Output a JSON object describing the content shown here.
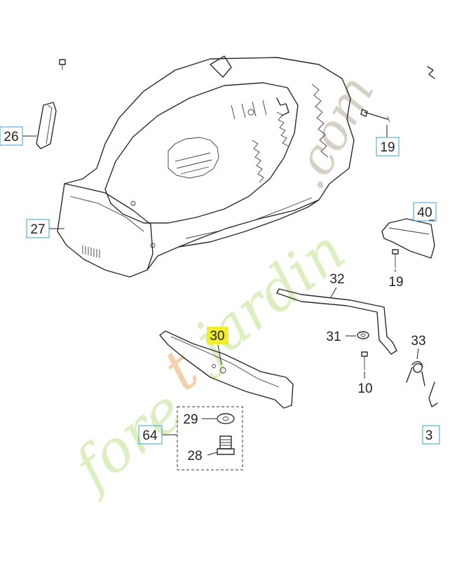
{
  "diagram": {
    "callouts": [
      {
        "id": "c26",
        "text": "26",
        "boxed": true
      },
      {
        "id": "c27",
        "text": "27",
        "boxed": true
      },
      {
        "id": "c19a",
        "text": "19",
        "boxed": true
      },
      {
        "id": "c40",
        "text": "40",
        "boxed": true
      },
      {
        "id": "c19b",
        "text": "19",
        "boxed": false
      },
      {
        "id": "c32",
        "text": "32",
        "boxed": false
      },
      {
        "id": "c30",
        "text": "30",
        "boxed": false,
        "highlighted": true
      },
      {
        "id": "c31",
        "text": "31",
        "boxed": false
      },
      {
        "id": "c33",
        "text": "33",
        "boxed": false
      },
      {
        "id": "c10",
        "text": "10",
        "boxed": false
      },
      {
        "id": "c64",
        "text": "64",
        "boxed": true
      },
      {
        "id": "c29",
        "text": "29",
        "boxed": false
      },
      {
        "id": "c28",
        "text": "28",
        "boxed": false
      },
      {
        "id": "c3",
        "text": "3",
        "boxed": true
      }
    ],
    "highlight_color": "#f2ef2a",
    "callout_box_color": "#3aa0c8"
  },
  "watermark": {
    "text_part1": "fore",
    "text_part2": "t",
    "text_part3": "jardin",
    "text_part4": ".com",
    "colors": {
      "orange": "#f3c08e",
      "green": "#cfe7a6",
      "gray": "#b8aa95"
    }
  }
}
